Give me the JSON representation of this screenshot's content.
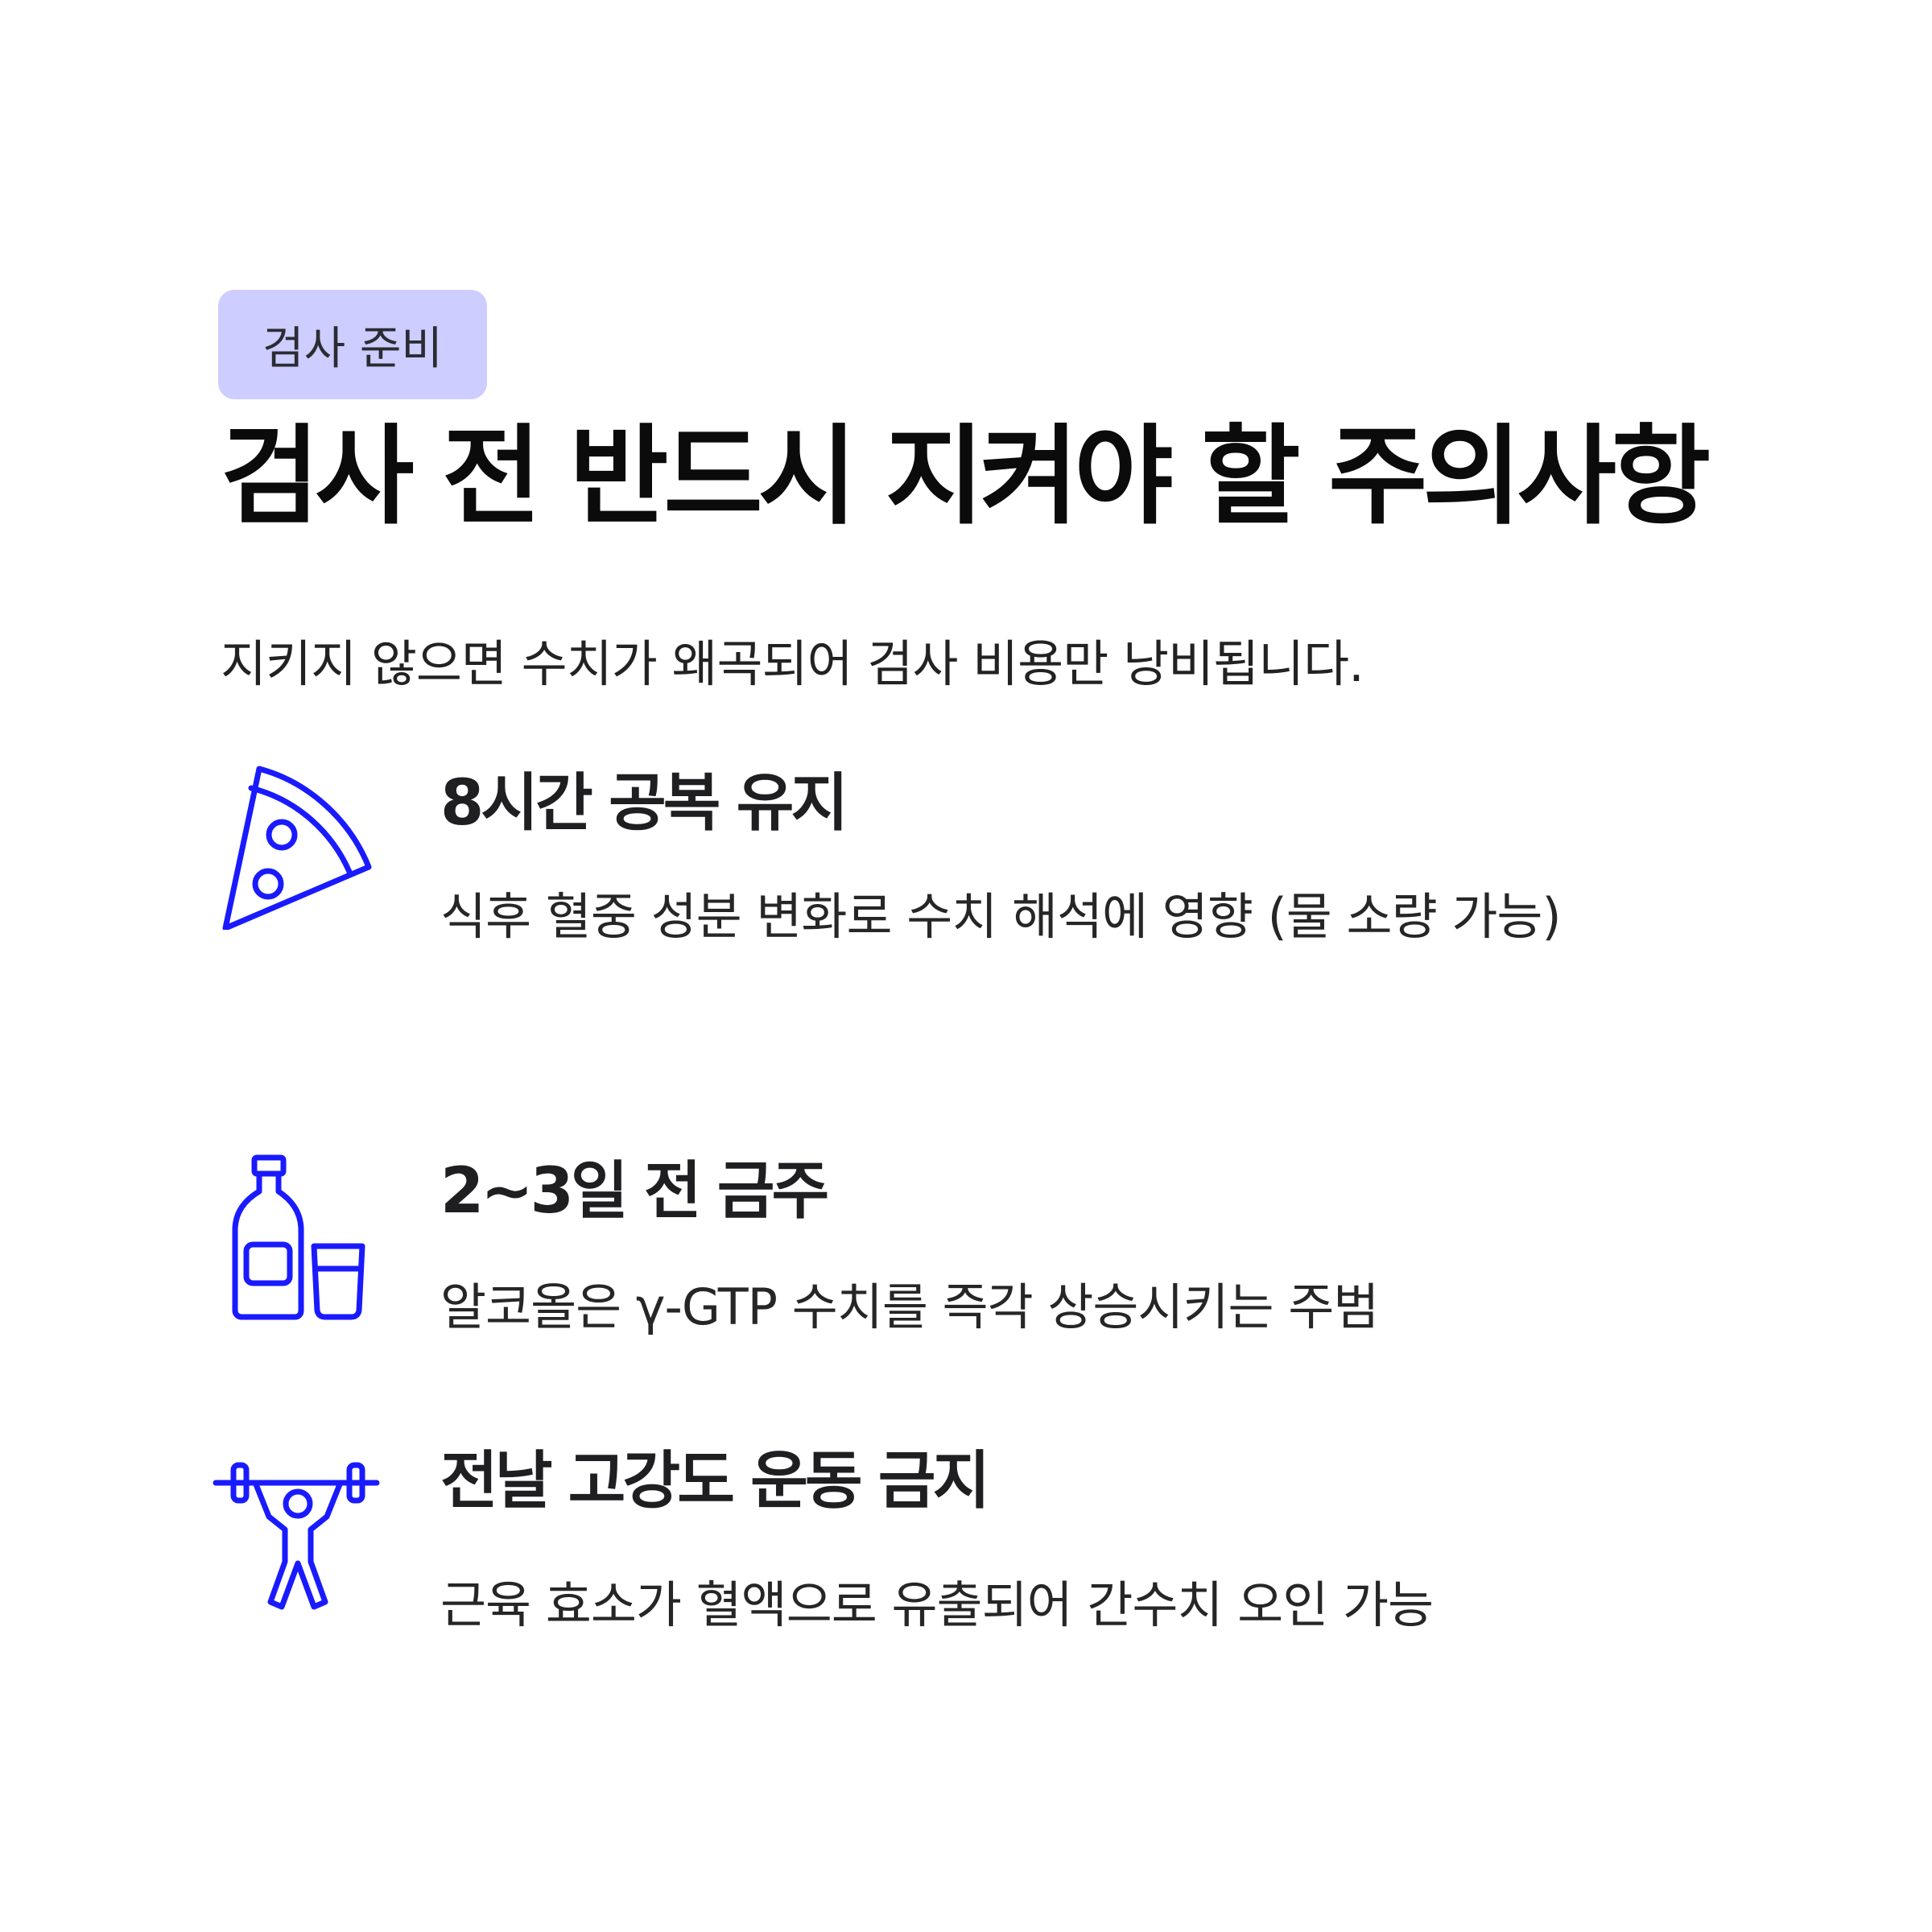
{
  "tag": "검사 준비",
  "title": "검사 전 반드시 지켜야 할 주의사항",
  "subtitle": "지키지 않으면 수치가 왜곡되어 검사 비용만 낭비됩니다.",
  "icon_color": "#1a1aff",
  "items": [
    {
      "icon": "pizza-icon",
      "title": "8시간 공복 유지",
      "description": "식후 혈중 성분 변화로 수치 해석에 영향 (물 소량 가능)"
    },
    {
      "icon": "bottle-glass-icon",
      "title": "2~3일 전 금주",
      "description": "알코올은 γ-GTP 수치를 즉각 상승시키는 주범"
    },
    {
      "icon": "weightlifter-icon",
      "title": "전날 고강도 운동 금지",
      "description": "근육 효소가 혈액으로 유출되어 간수치 오인 가능"
    }
  ]
}
